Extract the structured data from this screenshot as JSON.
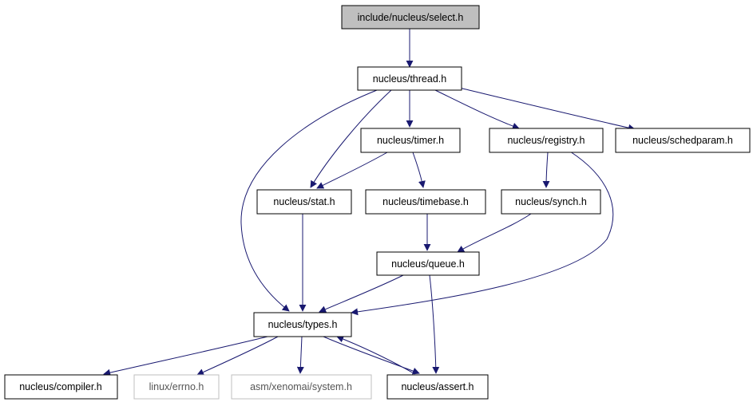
{
  "diagram": {
    "nodes": {
      "select": {
        "label": "include/nucleus/select.h"
      },
      "thread": {
        "label": "nucleus/thread.h"
      },
      "timer": {
        "label": "nucleus/timer.h"
      },
      "registry": {
        "label": "nucleus/registry.h"
      },
      "schedparam": {
        "label": "nucleus/schedparam.h"
      },
      "stat": {
        "label": "nucleus/stat.h"
      },
      "timebase": {
        "label": "nucleus/timebase.h"
      },
      "synch": {
        "label": "nucleus/synch.h"
      },
      "queue": {
        "label": "nucleus/queue.h"
      },
      "types": {
        "label": "nucleus/types.h"
      },
      "compiler": {
        "label": "nucleus/compiler.h"
      },
      "errno": {
        "label": "linux/errno.h"
      },
      "system": {
        "label": "asm/xenomai/system.h"
      },
      "assert": {
        "label": "nucleus/assert.h"
      }
    },
    "edges": [
      {
        "from": "select",
        "to": "thread"
      },
      {
        "from": "thread",
        "to": "timer"
      },
      {
        "from": "thread",
        "to": "registry"
      },
      {
        "from": "thread",
        "to": "schedparam"
      },
      {
        "from": "thread",
        "to": "stat"
      },
      {
        "from": "thread",
        "to": "types"
      },
      {
        "from": "timer",
        "to": "stat"
      },
      {
        "from": "timer",
        "to": "timebase"
      },
      {
        "from": "registry",
        "to": "synch"
      },
      {
        "from": "registry",
        "to": "types"
      },
      {
        "from": "stat",
        "to": "types"
      },
      {
        "from": "timebase",
        "to": "queue"
      },
      {
        "from": "synch",
        "to": "queue"
      },
      {
        "from": "queue",
        "to": "types"
      },
      {
        "from": "queue",
        "to": "assert"
      },
      {
        "from": "types",
        "to": "compiler"
      },
      {
        "from": "types",
        "to": "errno"
      },
      {
        "from": "types",
        "to": "system"
      },
      {
        "from": "types",
        "to": "assert"
      },
      {
        "from": "assert",
        "to": "types"
      }
    ],
    "colors": {
      "edge": "#191970",
      "root_fill": "#bfbfbf",
      "node_border": "#000000",
      "external_border": "#bfbfbf"
    }
  }
}
